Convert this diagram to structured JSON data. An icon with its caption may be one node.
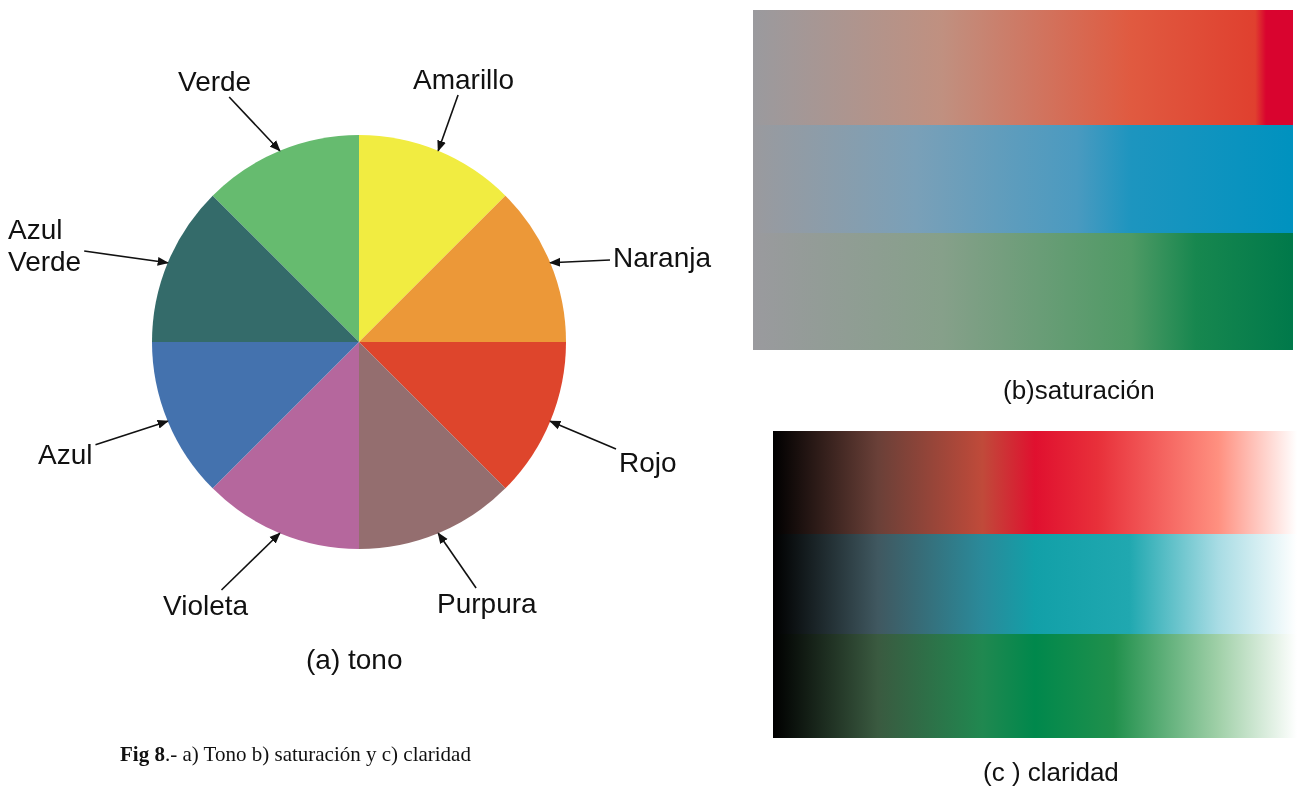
{
  "diagram": {
    "caption": "**Fig 8**.- a) Tono b) saturación y c) claridad",
    "nodes": [
      {
        "text": [
          "Verde"
        ]
      },
      {
        "text": [
          "Amarillo"
        ]
      },
      {
        "text": [
          "Naranja"
        ]
      },
      {
        "text": [
          "Rojo"
        ]
      },
      {
        "text": [
          "Purpura"
        ]
      },
      {
        "text": [
          "Violeta"
        ]
      },
      {
        "text": [
          "Azul"
        ]
      },
      {
        "text": [
          "Azul Verde"
        ]
      },
      {
        "text": [],
        "shape": "wedge"
      },
      {
        "text": [],
        "shape": "wedge"
      },
      {
        "text": [],
        "shape": "wedge"
      },
      {
        "text": [],
        "shape": "wedge"
      },
      {
        "text": [],
        "shape": "wedge"
      },
      {
        "text": [],
        "shape": "wedge"
      },
      {
        "text": [],
        "shape": "wedge"
      },
      {
        "text": [],
        "shape": "wedge"
      }
    ],
    "edges": [
      {
        "from": 0,
        "to": 8,
        "arrow": "to"
      },
      {
        "from": 1,
        "to": 9,
        "arrow": "to"
      },
      {
        "from": 2,
        "to": 10,
        "arrow": "to"
      },
      {
        "from": 3,
        "to": 11,
        "arrow": "to"
      },
      {
        "from": 4,
        "to": 12,
        "arrow": "to"
      },
      {
        "from": 5,
        "to": 13,
        "arrow": "to"
      },
      {
        "from": 6,
        "to": 14,
        "arrow": "to"
      },
      {
        "from": 7,
        "to": 15,
        "arrow": "to"
      }
    ],
    "labels": [
      "(a) tono",
      "(b)saturación",
      "(c ) claridad"
    ]
  }
}
